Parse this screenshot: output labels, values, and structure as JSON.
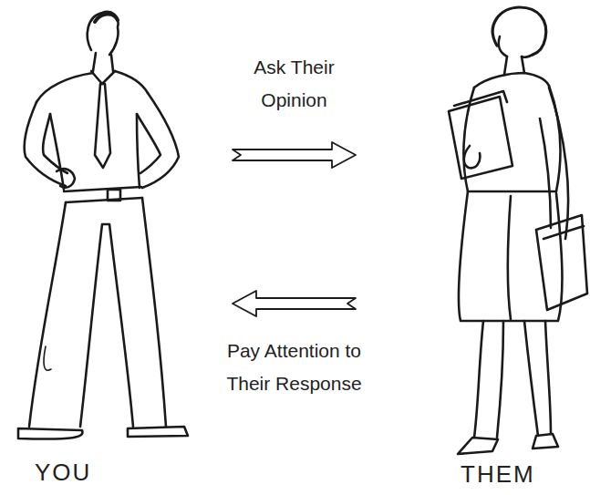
{
  "diagram": {
    "nodes": [
      {
        "text": [
          "YOU"
        ]
      },
      {
        "text": [
          "THEM"
        ]
      }
    ],
    "edges": [
      {
        "from": 0,
        "to": 1,
        "arrow": "to",
        "label": "Ask Their Opinion"
      },
      {
        "from": 1,
        "to": 0,
        "arrow": "to",
        "label": "Pay Attention to Their Response"
      }
    ]
  }
}
